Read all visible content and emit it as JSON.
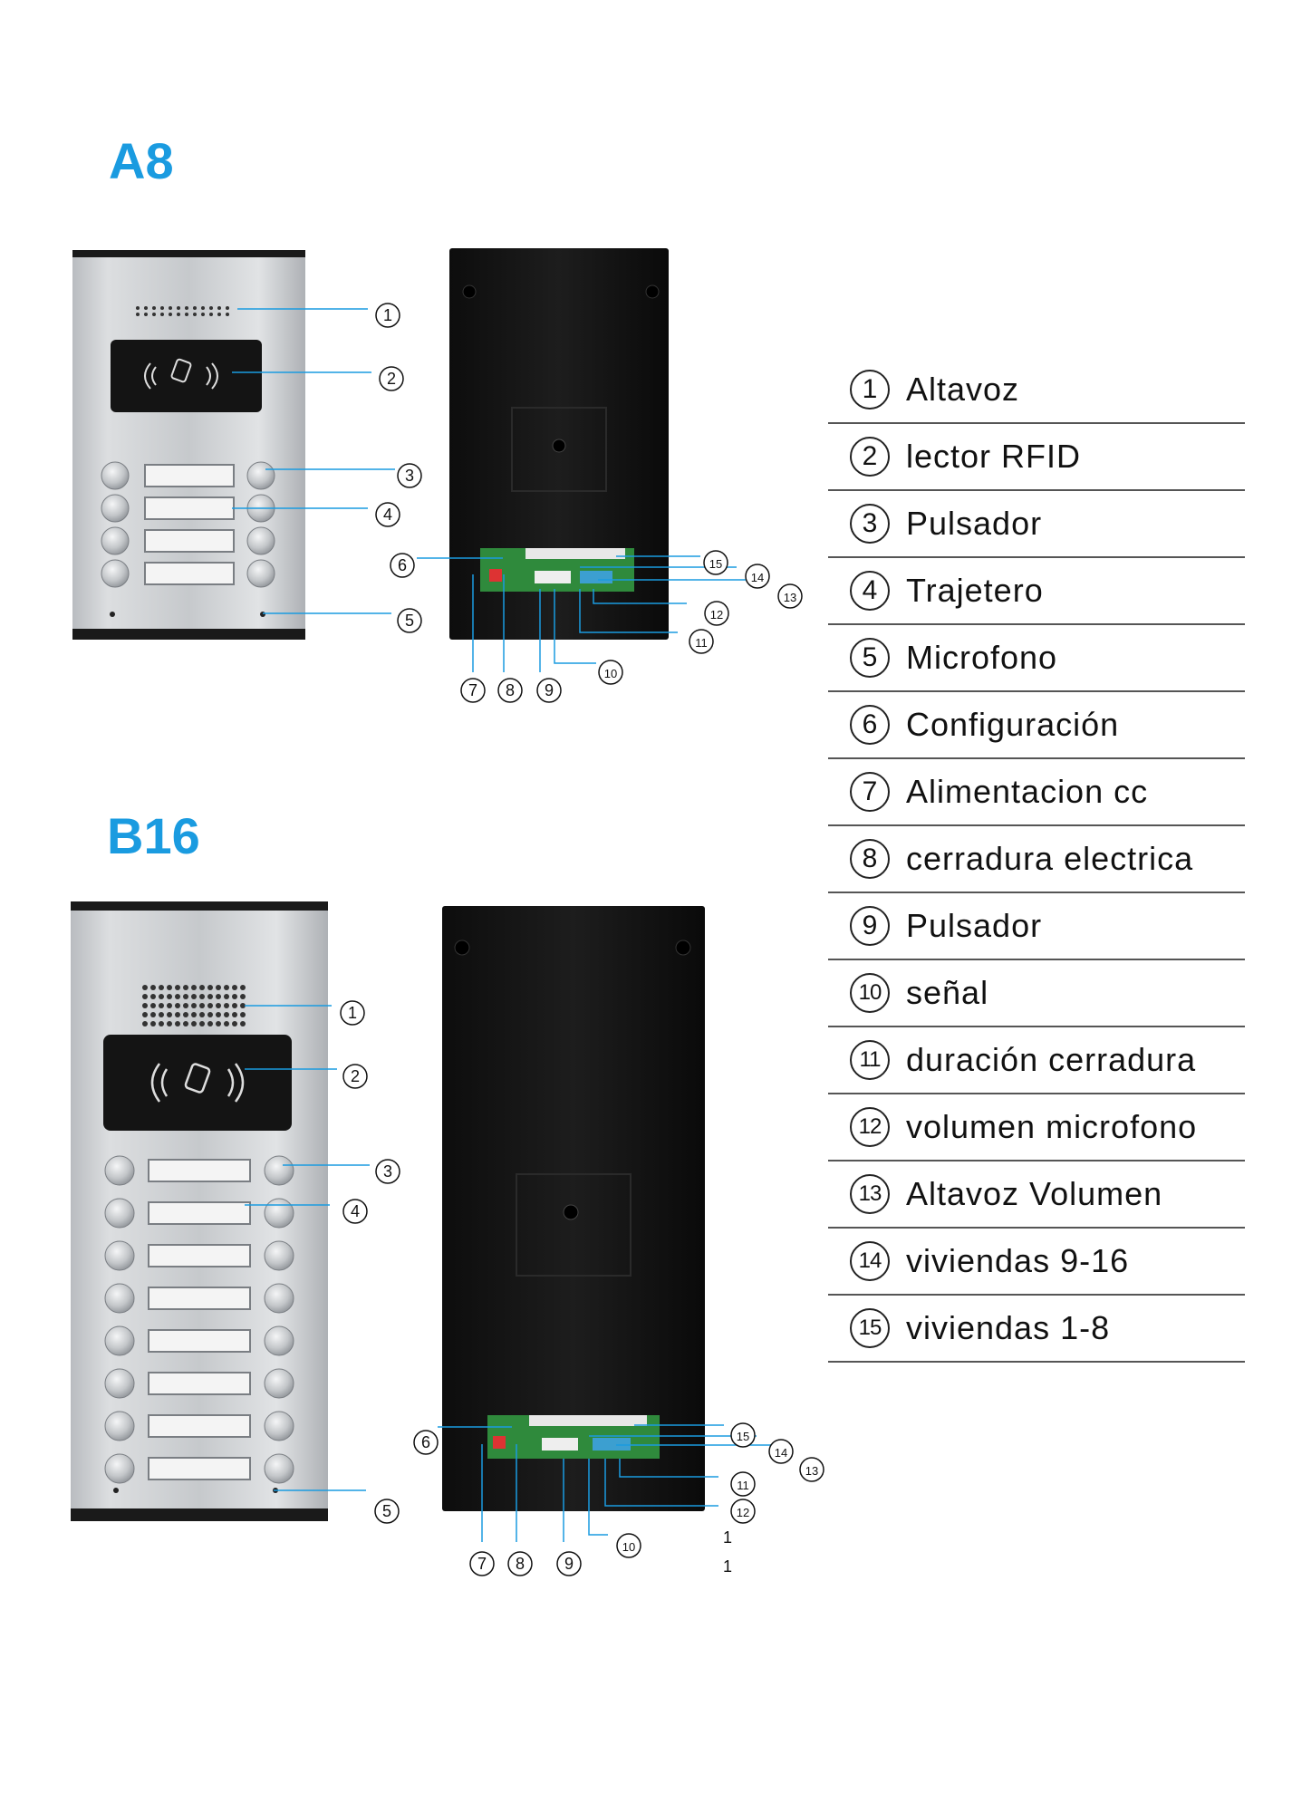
{
  "sections": {
    "a8": {
      "title": "A8"
    },
    "b16": {
      "title": "B16"
    }
  },
  "legend": [
    {
      "num": "1",
      "label": "Altavoz"
    },
    {
      "num": "2",
      "label": "lector RFID"
    },
    {
      "num": "3",
      "label": "Pulsador"
    },
    {
      "num": "4",
      "label": "Trajetero"
    },
    {
      "num": "5",
      "label": "Microfono"
    },
    {
      "num": "6",
      "label": "Configuración"
    },
    {
      "num": "7",
      "label": "Alimentacion cc"
    },
    {
      "num": "8",
      "label": "cerradura electrica"
    },
    {
      "num": "9",
      "label": "Pulsador"
    },
    {
      "num": "10",
      "label": "señal"
    },
    {
      "num": "11",
      "label": "duración cerradura"
    },
    {
      "num": "12",
      "label": "volumen microfono"
    },
    {
      "num": "13",
      "label": "Altavoz Volumen"
    },
    {
      "num": "14",
      "label": "viviendas 9-16"
    },
    {
      "num": "15",
      "label": "viviendas 1-8"
    }
  ],
  "callouts": [
    "1",
    "2",
    "3",
    "4",
    "5",
    "6",
    "7",
    "8",
    "9",
    "10",
    "11",
    "12",
    "13",
    "14",
    "15"
  ],
  "colors": {
    "title": "#1a9be0",
    "leader": "#1a9be0",
    "panel": "#c9ccd0",
    "housing": "#151515",
    "pcb": "#2f8a3c"
  }
}
